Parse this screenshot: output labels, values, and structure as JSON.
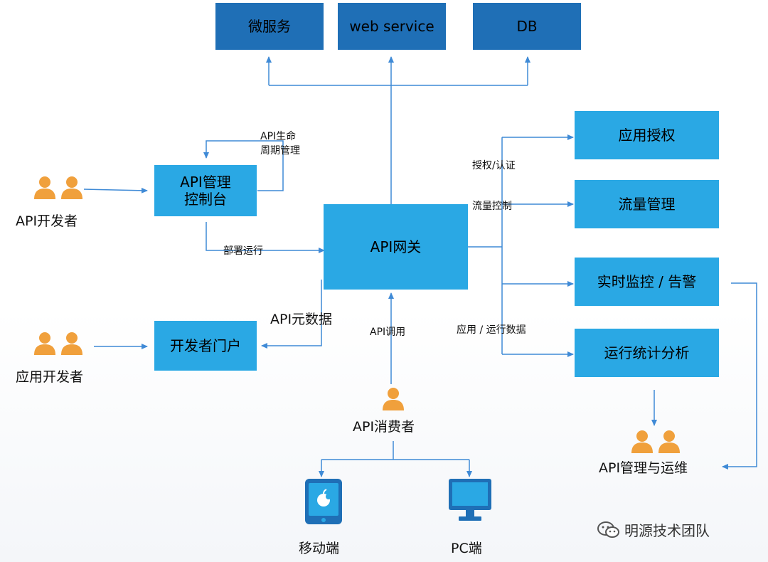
{
  "top_targets": {
    "microservice": "微服务",
    "web_service": "web service",
    "db": "DB"
  },
  "gateway": "API网关",
  "console": {
    "line1": "API管理",
    "line2": "控制台"
  },
  "portal": "开发者门户",
  "right_boxes": {
    "app_auth": "应用授权",
    "traffic_mgmt": "流量管理",
    "monitor_alert": "实时监控 / 告警",
    "stats_analysis": "运行统计分析"
  },
  "edge_labels": {
    "lifecycle_line1": "API生命",
    "lifecycle_line2": "周期管理",
    "deploy_run": "部署运行",
    "api_metadata": "API元数据",
    "auth_cert": "授权/认证",
    "flow_control": "流量控制",
    "app_run_data": "应用 / 运行数据",
    "api_call": "API调用"
  },
  "actors": {
    "api_developer": "API开发者",
    "app_developer": "应用开发者",
    "api_consumer": "API消费者",
    "api_ops": "API管理与运维"
  },
  "clients": {
    "mobile": "移动端",
    "pc": "PC端"
  },
  "watermark": "明源技术团队",
  "colors": {
    "dark_box": "#1f6fb6",
    "light_box": "#2aa8e4",
    "wire": "#3f8ad6",
    "person": "#f0a03c"
  }
}
